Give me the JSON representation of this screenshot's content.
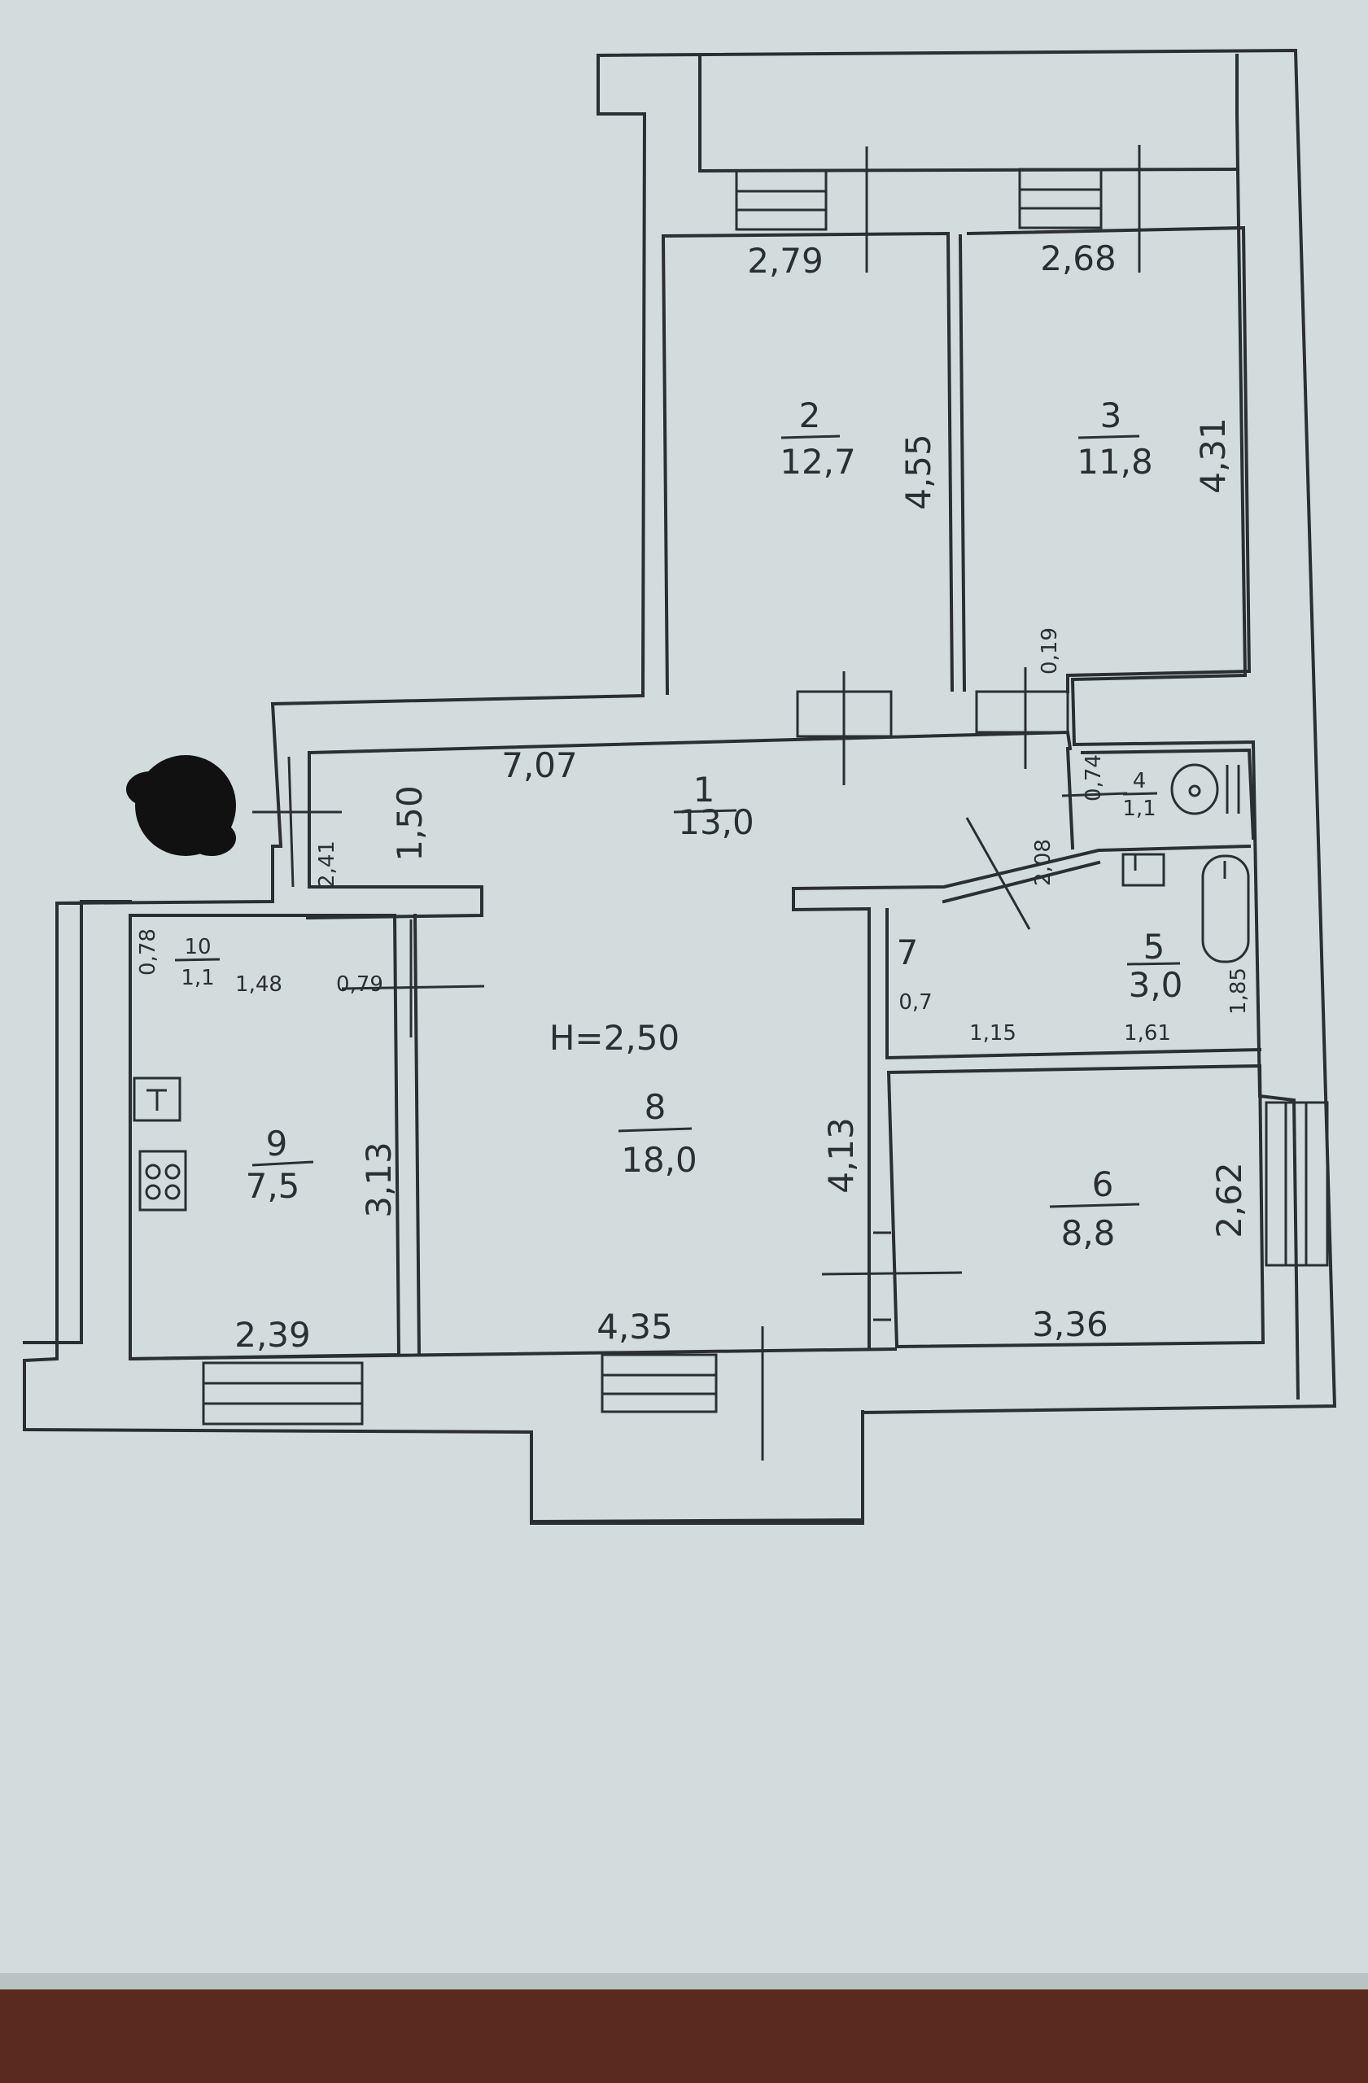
{
  "colors": {
    "paper": "#d3dcdc",
    "ink": "#2a2f33",
    "table": "#5a2a1e",
    "scribble": "#111111"
  },
  "rooms": [
    {
      "num": "1",
      "area": "13,0"
    },
    {
      "num": "2",
      "area": "12,7"
    },
    {
      "num": "3",
      "area": "11,8"
    },
    {
      "num": "4",
      "area": "1,1"
    },
    {
      "num": "5",
      "area": "3,0"
    },
    {
      "num": "6",
      "area": "8,8"
    },
    {
      "num": "7",
      "area": "0,7"
    },
    {
      "num": "8",
      "area": "18,0"
    },
    {
      "num": "9",
      "area": "7,5"
    },
    {
      "num": "10",
      "area": "1,1"
    }
  ],
  "height_label": "H=2,50",
  "dimensions": {
    "d279": "2,79",
    "d268": "2,68",
    "d455": "4,55",
    "d431": "4,31",
    "d019": "0,19",
    "d707": "7,07",
    "d150": "1,50",
    "d241": "2,41",
    "d208": "2,08",
    "d074": "0,74",
    "d078": "0,78",
    "d148": "1,48",
    "d079": "0,79",
    "d115": "1,15",
    "d161": "1,61",
    "d185": "1,85",
    "d313": "3,13",
    "d413": "4,13",
    "d262": "2,62",
    "d239": "2,39",
    "d435": "4,35",
    "d336": "3,36"
  },
  "icons": [
    "toilet-icon",
    "bathtub-icon",
    "sink-icon",
    "stove-icon",
    "kitchen-sink-icon"
  ]
}
